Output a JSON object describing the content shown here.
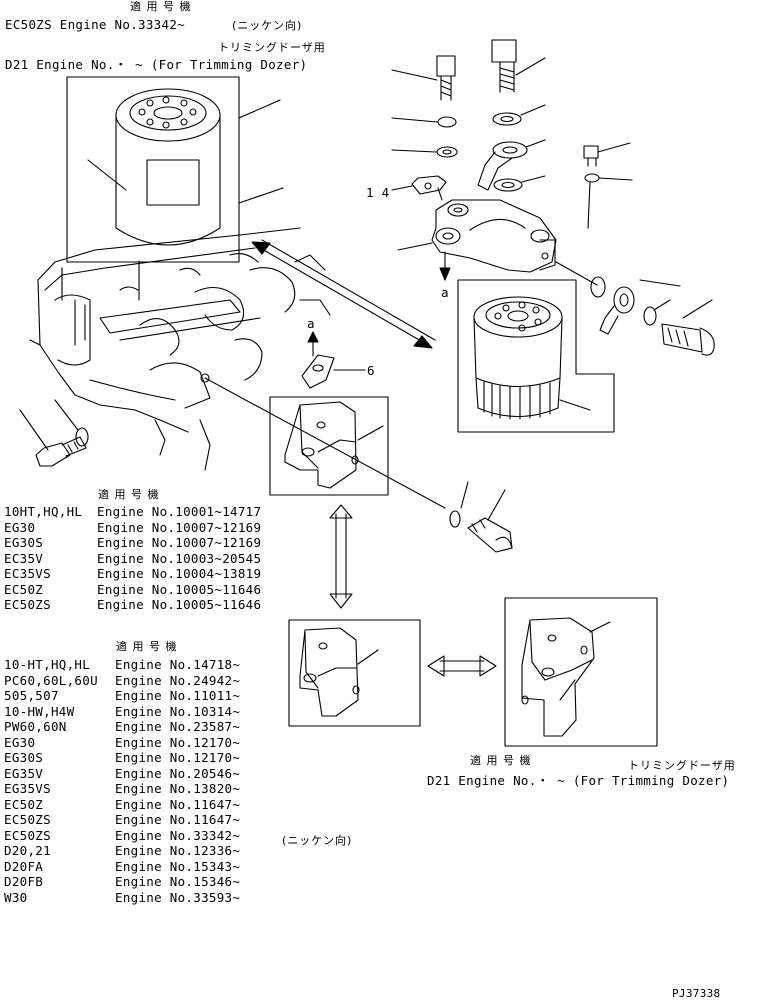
{
  "header_top": {
    "title_jp": "適 用 号 機",
    "line1": "EC50ZS Engine No.33342~",
    "line1_note": "(ニッケン向)",
    "trimming_jp": "トリミングドーザ用",
    "line2": "D21 Engine No.・ ~ (For Trimming Dozer)"
  },
  "callouts": {
    "label_14": "1 4",
    "label_a1": "a",
    "label_a2": "a",
    "label_6": "6"
  },
  "table1": {
    "title_jp": "適 用 号 機",
    "rows": [
      {
        "model": "10HT,HQ,HL",
        "engine": "Engine No.10001~14717"
      },
      {
        "model": "EG30",
        "engine": "Engine No.10007~12169"
      },
      {
        "model": "EG30S",
        "engine": "Engine No.10007~12169"
      },
      {
        "model": "EC35V",
        "engine": "Engine No.10003~20545"
      },
      {
        "model": "EC35VS",
        "engine": "Engine No.10004~13819"
      },
      {
        "model": "EC50Z",
        "engine": "Engine No.10005~11646"
      },
      {
        "model": "EC50ZS",
        "engine": "Engine No.10005~11646"
      }
    ]
  },
  "table2": {
    "title_jp": "適 用 号 機",
    "rows": [
      {
        "model": "10-HT,HQ,HL",
        "engine": "Engine No.14718~"
      },
      {
        "model": "PC60,60L,60U",
        "engine": "Engine No.24942~"
      },
      {
        "model": "505,507",
        "engine": "Engine No.11011~"
      },
      {
        "model": "10-HW,H4W",
        "engine": "Engine No.10314~"
      },
      {
        "model": "PW60,60N",
        "engine": "Engine No.23587~"
      },
      {
        "model": "EG30",
        "engine": "Engine No.12170~"
      },
      {
        "model": "EG30S",
        "engine": "Engine No.12170~"
      },
      {
        "model": "EG35V",
        "engine": "Engine No.20546~"
      },
      {
        "model": "EG35VS",
        "engine": "Engine No.13820~"
      },
      {
        "model": "EC50Z",
        "engine": "Engine No.11647~"
      },
      {
        "model": "EC50ZS",
        "engine": "Engine No.11647~"
      },
      {
        "model": "EC50ZS",
        "engine": "Engine No.33342~"
      },
      {
        "model": "D20,21",
        "engine": "Engine No.12336~"
      },
      {
        "model": "D20FA",
        "engine": "Engine No.15343~"
      },
      {
        "model": "D20FB",
        "engine": "Engine No.15346~"
      },
      {
        "model": "W30",
        "engine": "Engine No.33593~"
      }
    ],
    "note_jp": "(ニッケン向)"
  },
  "header_right": {
    "title_jp": "適 用 号 機",
    "trimming_jp": "トリミングドーザ用",
    "line": "D21 Engine No.・ ~ (For Trimming Dozer)"
  },
  "drawing_id": "PJ37338"
}
